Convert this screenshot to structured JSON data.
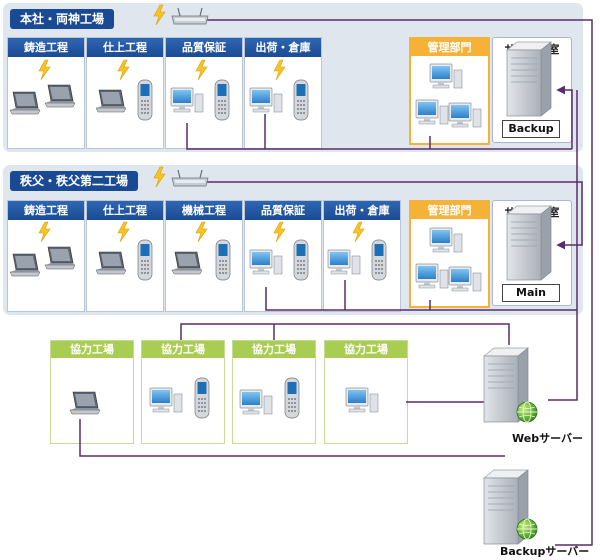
{
  "hq": {
    "title": "本社・両神工場",
    "depts": [
      "鋳造工程",
      "仕上工程",
      "品質保証",
      "出荷・倉庫"
    ],
    "mgmt": "管理部門",
    "server_room": "サーバー室",
    "server_label": "Backup"
  },
  "chichibu": {
    "title": "秩父・秩父第二工場",
    "depts": [
      "鋳造工程",
      "仕上工程",
      "機械工程",
      "品質保証",
      "出荷・倉庫"
    ],
    "mgmt": "管理部門",
    "server_room": "サーバー室",
    "server_label": "Main"
  },
  "partners": [
    "協力工場",
    "協力工場",
    "協力工場",
    "協力工場"
  ],
  "web_server": "Webサーバー",
  "backup_server": "Backupサーバー",
  "colors": {
    "network_line": "#5a2c6b",
    "panel": "#dfe6ee",
    "dept_header": "#1c4b93",
    "mgmt": "#f5b237",
    "partner": "#a9cc52"
  }
}
